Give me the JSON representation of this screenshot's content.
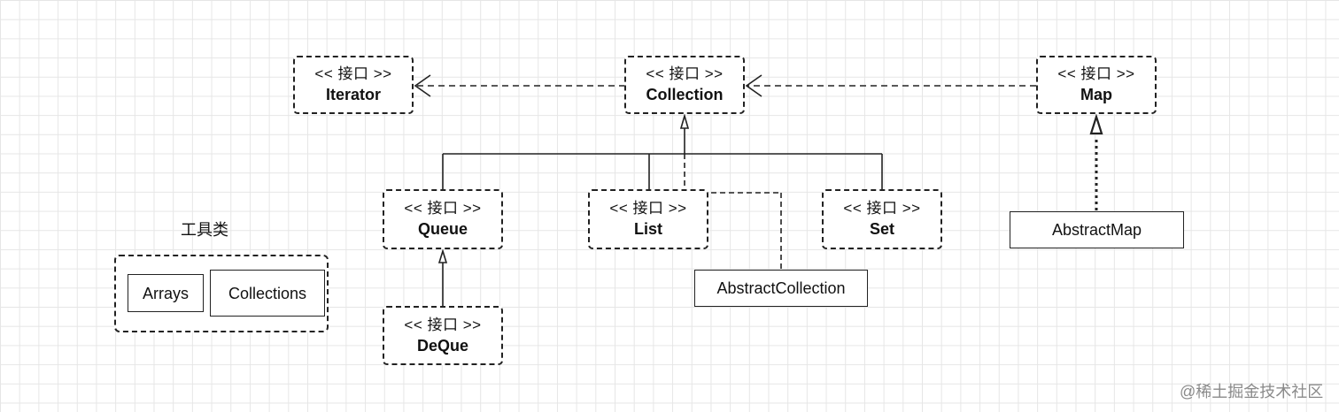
{
  "stereotype": "<< 接口 >>",
  "interfaces": {
    "iterator": "Iterator",
    "collection": "Collection",
    "map": "Map",
    "queue": "Queue",
    "list": "List",
    "set": "Set",
    "deque": "DeQue"
  },
  "classes": {
    "abstract_collection": "AbstractCollection",
    "abstract_map": "AbstractMap"
  },
  "tools": {
    "caption": "工具类",
    "items": [
      "Arrays",
      "Collections"
    ]
  },
  "watermark": "@稀土掘金技术社区",
  "colors": {
    "line": "#222222",
    "grid": "#e6e6e6",
    "background": "#ffffff",
    "watermark": "#8a8a8a"
  }
}
